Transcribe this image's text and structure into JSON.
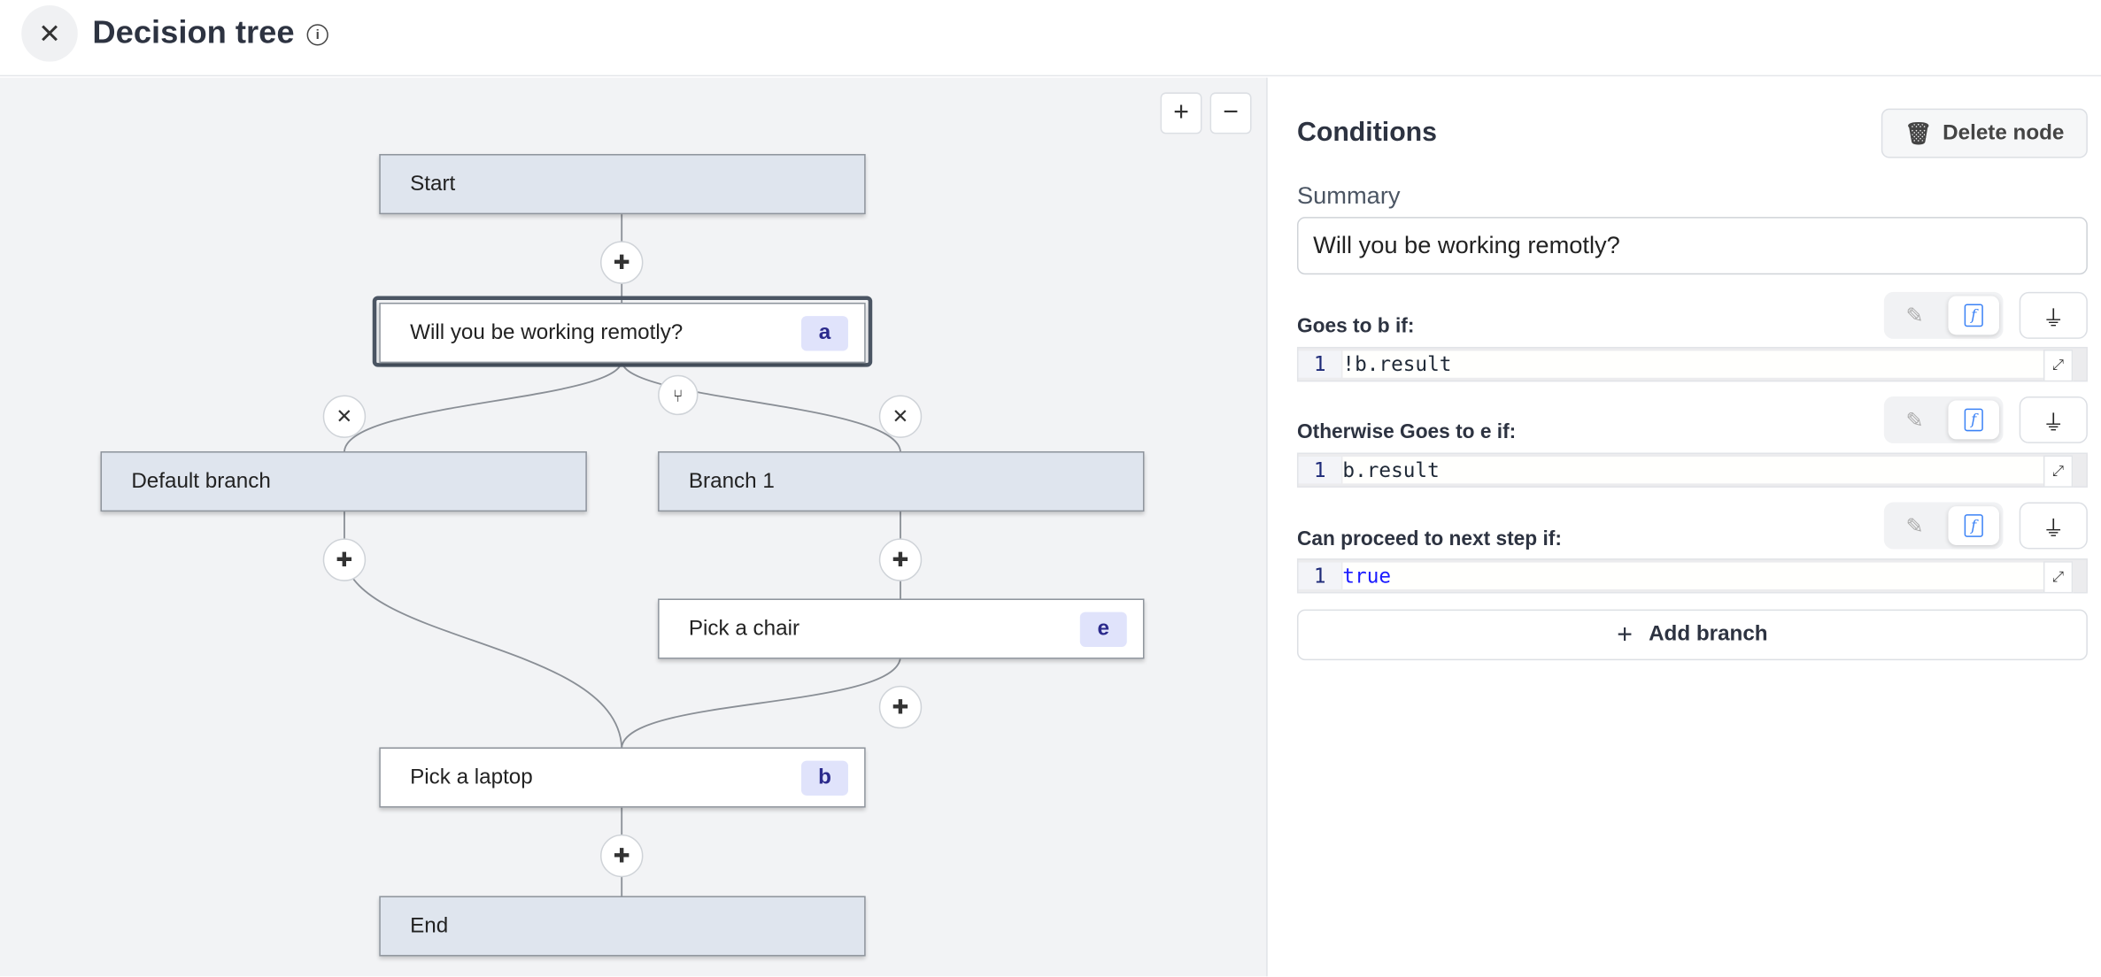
{
  "header": {
    "title": "Decision tree",
    "close_icon": "x-icon",
    "info_icon": "info-icon"
  },
  "canvas": {
    "zoom_in": "+",
    "zoom_out": "−",
    "nodes": {
      "start": {
        "label": "Start"
      },
      "question": {
        "label": "Will you be working remotly?",
        "badge": "a"
      },
      "default_branch": {
        "label": "Default branch"
      },
      "branch1": {
        "label": "Branch 1"
      },
      "chair": {
        "label": "Pick a chair",
        "badge": "e"
      },
      "laptop": {
        "label": "Pick a laptop",
        "badge": "b"
      },
      "end": {
        "label": "End"
      }
    }
  },
  "panel": {
    "title": "Conditions",
    "delete_label": "Delete node",
    "summary_label": "Summary",
    "summary_value": "Will you be working remotly?",
    "conditions": [
      {
        "label": "Goes to b if:",
        "line": "1",
        "code": "!b.result"
      },
      {
        "label": "Otherwise Goes to e if:",
        "line": "1",
        "code": "b.result"
      },
      {
        "label": "Can proceed to next step if:",
        "line": "1",
        "code": "true"
      }
    ],
    "add_branch_label": "Add branch"
  },
  "colors": {
    "node_gray": "#dfe5ee",
    "badge_bg": "#e0e3fb",
    "accent": "#3b82f6",
    "keyword": "#1a1aff"
  }
}
